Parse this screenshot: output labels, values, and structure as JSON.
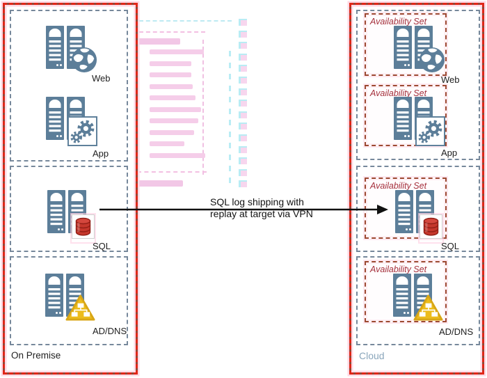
{
  "regions": {
    "on_premise": "On Premise",
    "cloud": "Cloud"
  },
  "availability_set": "Availability Set",
  "tiers": {
    "web": {
      "label": "Web",
      "badge": "globe-icon"
    },
    "app": {
      "label": "App",
      "badge": "gears-icon"
    },
    "sql": {
      "label": "SQL",
      "badge": "database-icon"
    },
    "addns": {
      "label": "AD/DNS",
      "badge": "network-triangle-icon"
    }
  },
  "arrow": {
    "line1": "SQL log shipping with",
    "line2": "replay at target via VPN"
  },
  "colors": {
    "server_blue": "#5c7e99",
    "region_border_red": "#e02718",
    "region_border_dark": "#8f4a38",
    "region_halo_pink": "#ffd9e4",
    "inner_border_gray": "#76889b",
    "availability_border": "#9c4a32",
    "availability_text": "#a5303c",
    "cloud_label": "#8aa6bb",
    "triangle_yellow": "#ecbc1d",
    "database_red": "#c5372c",
    "arrow_black": "#111111"
  },
  "ghost": {
    "bar_count": 10,
    "icon_count": 15,
    "tick_count": 12
  }
}
